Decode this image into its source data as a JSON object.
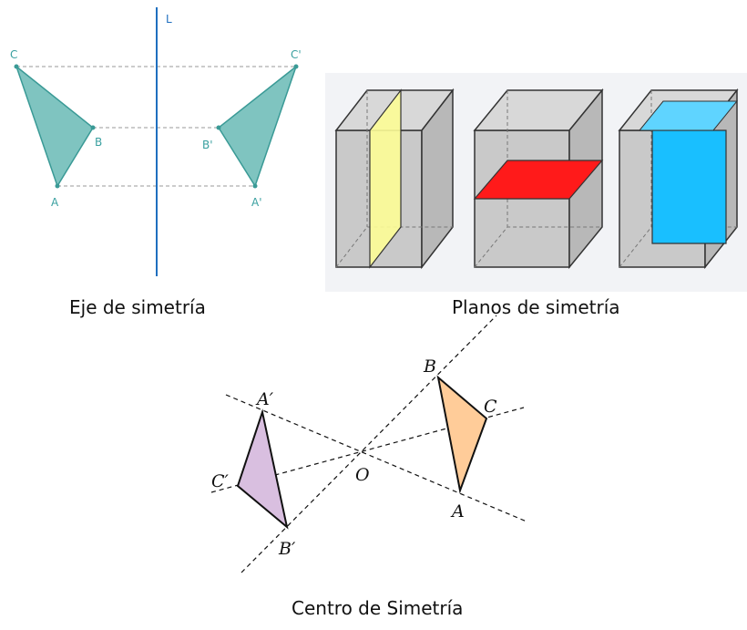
{
  "captions": {
    "axis": "Eje de simetría",
    "planes": "Planos de simetría",
    "center": "Centro de Simetría"
  },
  "axis_figure": {
    "axis_label": "L",
    "points": {
      "A": "A",
      "B": "B",
      "C": "C",
      "A_prime": "A'",
      "B_prime": "B'",
      "C_prime": "C'"
    },
    "colors": {
      "fill": "#7fc4c0",
      "stroke": "#3a9a96",
      "axis": "#1f6fbf",
      "guide": "#9a9a9a"
    }
  },
  "planes_figure": {
    "colors": {
      "yellow": "#fdfd96",
      "red": "#ff1a1a",
      "blue": "#19bfff",
      "box": "#c9c9c9",
      "edge": "#333333"
    }
  },
  "center_figure": {
    "center_label": "O",
    "points": {
      "A": "A",
      "B": "B",
      "C": "C",
      "A_prime": "A′",
      "B_prime": "B′",
      "C_prime": "C′"
    },
    "colors": {
      "left_fill": "#d9bfe0",
      "right_fill": "#ffcc99",
      "stroke": "#111111"
    }
  }
}
